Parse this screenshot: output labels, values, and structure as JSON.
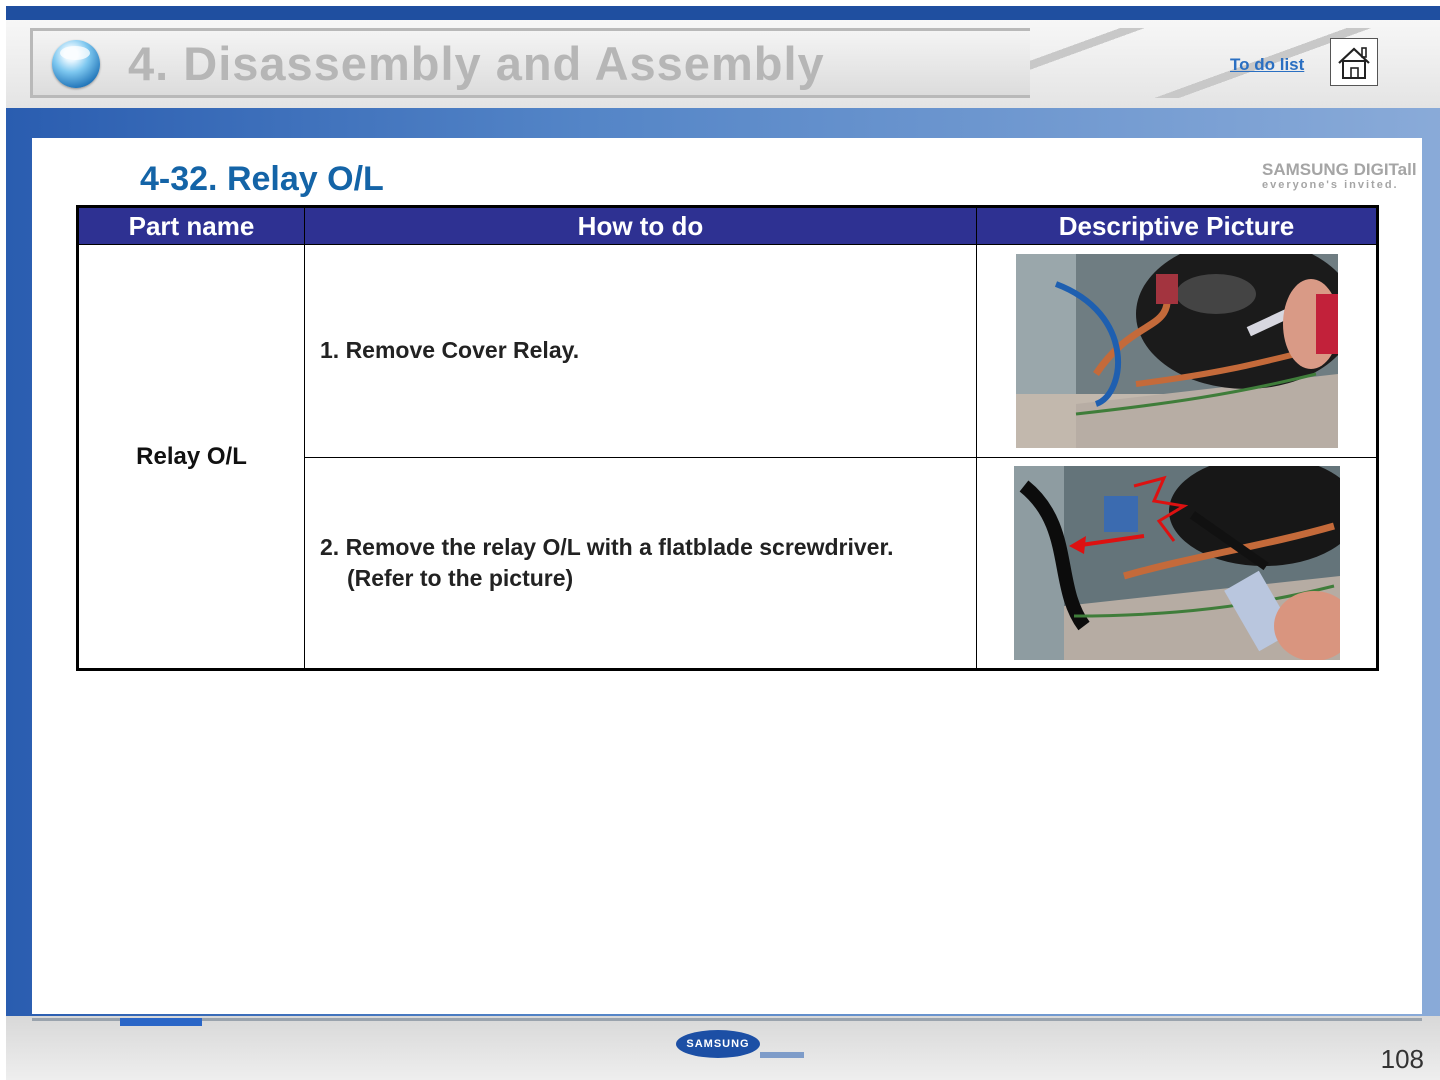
{
  "header": {
    "title": "4. Disassembly and Assembly",
    "todo_link": "To do list",
    "home_icon": "home-icon"
  },
  "section": {
    "title": "4-32. Relay O/L"
  },
  "brand": {
    "line1": "SAMSUNG DIGITall",
    "line2": "everyone's invited."
  },
  "table": {
    "headers": [
      "Part name",
      "How to do",
      "Descriptive Picture"
    ],
    "part_name": "Relay O/L",
    "steps": [
      {
        "text": "1. Remove Cover Relay.",
        "sub": ""
      },
      {
        "text": "2. Remove the relay O/L with a flatblade screwdriver.",
        "sub": "(Refer to the picture)"
      }
    ]
  },
  "footer": {
    "logo_text": "SAMSUNG",
    "page_number": "108"
  }
}
